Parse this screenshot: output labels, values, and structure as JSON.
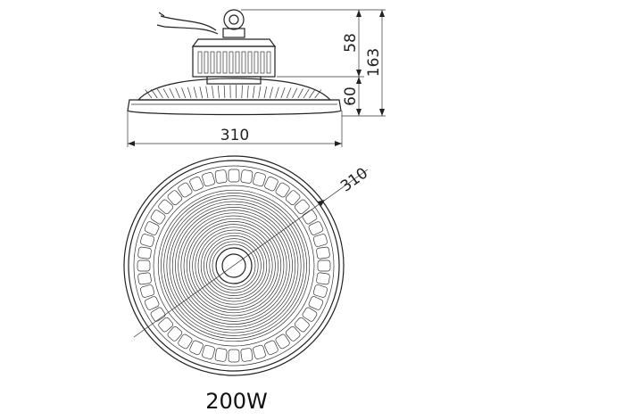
{
  "side_view": {
    "width_label": "310",
    "height_upper_label": "58",
    "height_lower_label": "60",
    "height_total_label": "163"
  },
  "top_view": {
    "diameter_label": "310",
    "led_ring_count": 44
  },
  "caption": "200W"
}
